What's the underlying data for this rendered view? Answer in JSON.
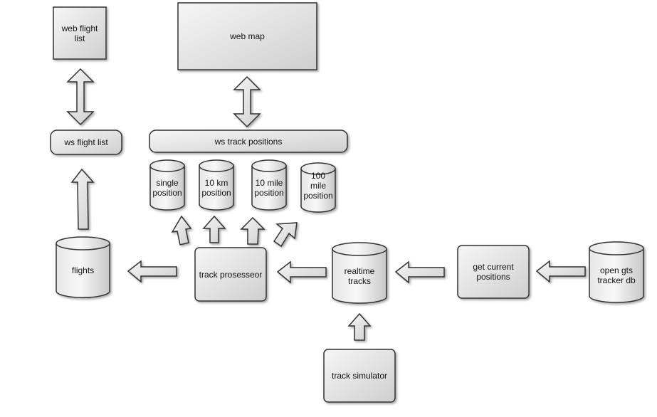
{
  "nodes": {
    "web_flight_list": "web flight\nlist",
    "web_map": "web map",
    "ws_flight_list": "ws flight list",
    "ws_track_positions": "ws track positions",
    "single_position": "single\nposition",
    "ten_km_position": "10 km\nposition",
    "ten_mile_position": "10 mile\nposition",
    "hundred_mile_position": "100\nmile\nposition",
    "flights": "flights",
    "track_processor": "track prosesseor",
    "realtime_tracks": "realtime\ntracks",
    "get_current_positions": "get current\npositions",
    "open_gts_tracker_db": "open gts\ntracker db",
    "track_simulator": "track simulator"
  },
  "colors": {
    "fill_light": "#f6f6f6",
    "fill_dark": "#cfcfcf",
    "stroke": "#333333"
  }
}
